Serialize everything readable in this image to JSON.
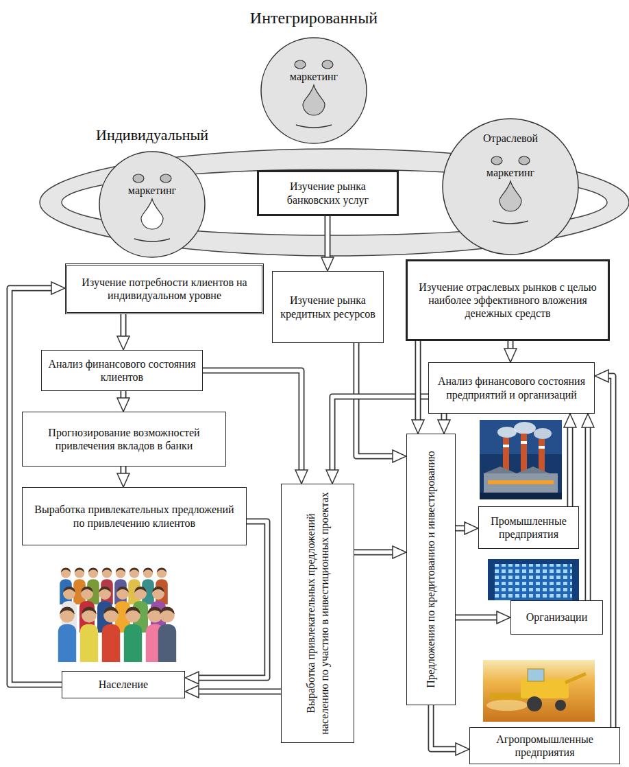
{
  "diagram": {
    "nodes": [
      {
        "text": [
          "Интегрированный",
          "маркетинг"
        ]
      },
      {
        "text": [
          "Индивидуальный",
          "маркетинг"
        ]
      },
      {
        "text": [
          "Отраслевой",
          "маркетинг"
        ]
      },
      {
        "text": [
          "Изучение рынка банковских услуг"
        ]
      },
      {
        "text": [
          "Изучение потребности клиентов на индивидуальном уровне"
        ]
      },
      {
        "text": [
          "Изучение рынка кредитных ресурсов"
        ]
      },
      {
        "text": [
          "Изучение отраслевых рынков с целью наиболее эффективного вложения денежных средств"
        ]
      },
      {
        "text": [
          "Анализ финансового состояния клиентов"
        ]
      },
      {
        "text": [
          "Анализ финансового состояния предприятий и организаций"
        ]
      },
      {
        "text": [
          "Прогнозирование возможностей привлечения вкладов в банки"
        ]
      },
      {
        "text": [
          "Выработка привлекательных предложений по привлечению клиентов"
        ]
      },
      {
        "text": [
          "Выработка привлекательных предложений населению по участию в инвестиционных проектах"
        ]
      },
      {
        "text": [
          "Предложения по кредитованию и инвестированию"
        ]
      },
      {
        "text": [
          "Промышленные предприятия"
        ]
      },
      {
        "text": [
          "Организации"
        ]
      },
      {
        "text": [
          "Агропромышленные предприятия"
        ]
      },
      {
        "text": [
          "Население"
        ]
      }
    ],
    "edges": [
      {
        "from": 3,
        "to": 5,
        "arrow": "to"
      },
      {
        "from": 4,
        "to": 7,
        "arrow": "to"
      },
      {
        "from": 7,
        "to": 9,
        "arrow": "to"
      },
      {
        "from": 9,
        "to": 10,
        "arrow": "to"
      },
      {
        "from": 10,
        "to": 16,
        "arrow": "to"
      },
      {
        "from": 16,
        "to": 4,
        "arrow": "to"
      },
      {
        "from": 7,
        "to": 11,
        "arrow": "to"
      },
      {
        "from": 5,
        "to": 12,
        "arrow": "to"
      },
      {
        "from": 8,
        "to": 11,
        "arrow": "to"
      },
      {
        "from": 6,
        "to": 12,
        "arrow": "to"
      },
      {
        "from": 6,
        "to": 8,
        "arrow": "to"
      },
      {
        "from": 8,
        "to": 12,
        "arrow": "to"
      },
      {
        "from": 11,
        "to": 16,
        "arrow": "to"
      },
      {
        "from": 11,
        "to": 12,
        "arrow": "to"
      },
      {
        "from": 12,
        "to": 13,
        "arrow": "to"
      },
      {
        "from": 12,
        "to": 14,
        "arrow": "to"
      },
      {
        "from": 12,
        "to": 15,
        "arrow": "to"
      },
      {
        "from": 13,
        "to": 8,
        "arrow": "to"
      },
      {
        "from": 14,
        "to": 8,
        "arrow": "to"
      },
      {
        "from": 15,
        "to": 8,
        "arrow": "to"
      }
    ]
  }
}
